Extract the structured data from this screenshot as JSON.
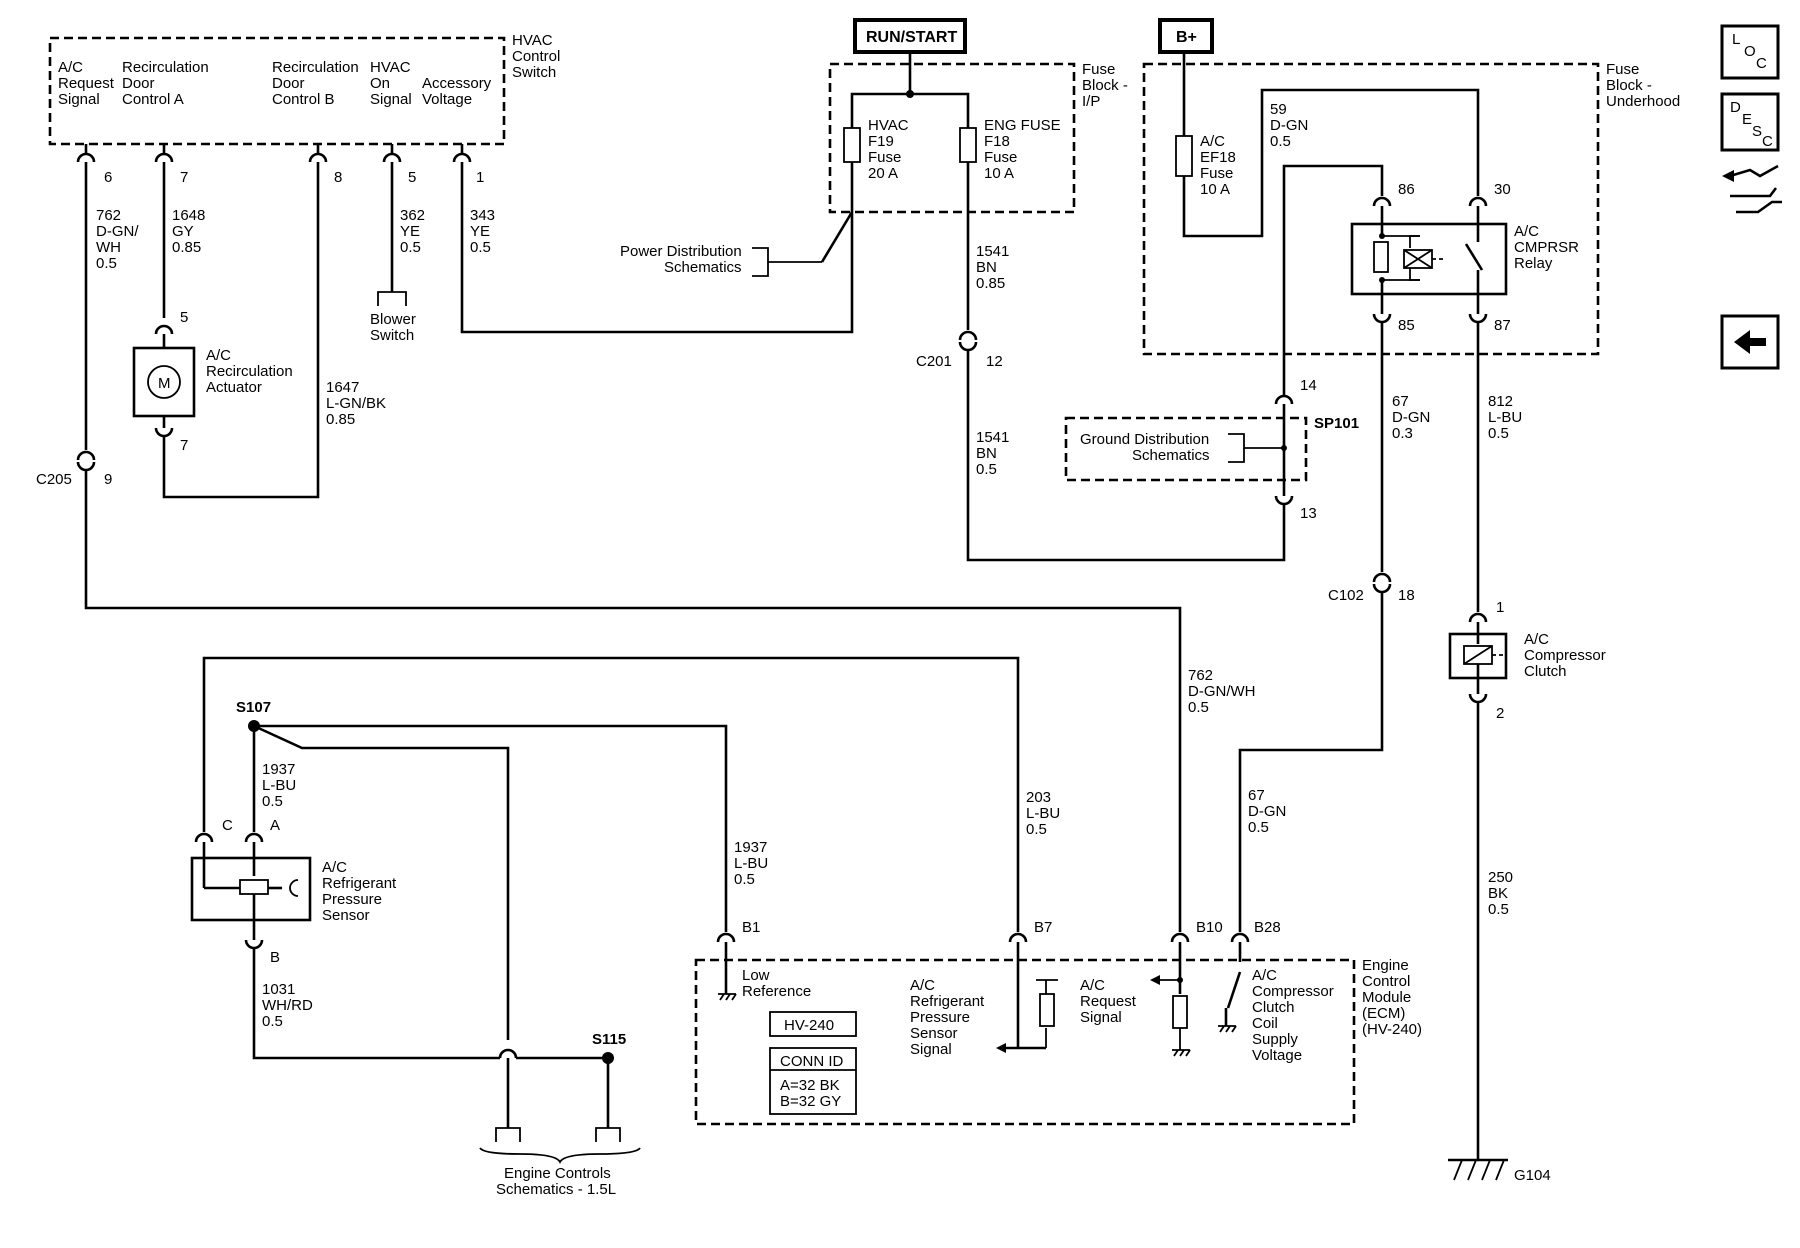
{
  "hvac": {
    "title": [
      "HVAC",
      "Control",
      "Switch"
    ],
    "pins": [
      {
        "label": [
          "A/C",
          "Request",
          "Signal"
        ],
        "pin": "6",
        "wire": [
          "762",
          "D-GN/",
          "WH",
          "0.5"
        ]
      },
      {
        "label": [
          "Recirculation",
          "Door",
          "Control A"
        ],
        "pin": "7",
        "wire": [
          "1648",
          "GY",
          "0.85"
        ]
      },
      {
        "label": [
          "Recirculation",
          "Door",
          "Control B"
        ],
        "pin": "8",
        "wire": [
          "1647",
          "L-GN/BK",
          "0.85"
        ]
      },
      {
        "label": [
          "HVAC",
          "On",
          "Signal"
        ],
        "pin": "5",
        "wire": [
          "362",
          "YE",
          "0.5"
        ]
      },
      {
        "label": [
          "Accessory",
          "Voltage"
        ],
        "pin": "1",
        "wire": [
          "343",
          "YE",
          "0.5"
        ]
      }
    ]
  },
  "actuator": {
    "label": [
      "A/C",
      "Recirculation",
      "Actuator"
    ],
    "motor": "M",
    "pin_top": "5",
    "pin_bottom": "7"
  },
  "blower": [
    "Blower",
    "Switch"
  ],
  "c205": {
    "name": "C205",
    "pin": "9"
  },
  "run_start": "RUN/START",
  "bplus": "B+",
  "fuse_ip": {
    "title": [
      "Fuse",
      "Block -",
      "I/P"
    ],
    "hvac_fuse": [
      "HVAC",
      "F19",
      "Fuse",
      "20 A"
    ],
    "eng_fuse": [
      "ENG FUSE",
      "F18",
      "Fuse",
      "10 A"
    ]
  },
  "power_dist": [
    "Power Distribution",
    "Schematics"
  ],
  "wire_1541_a": [
    "1541",
    "BN",
    "0.85"
  ],
  "c201": {
    "name": "C201",
    "pin": "12"
  },
  "wire_1541_b": [
    "1541",
    "BN",
    "0.5"
  ],
  "fuse_uh": {
    "title": [
      "Fuse",
      "Block -",
      "Underhood"
    ],
    "ac_fuse": [
      "A/C",
      "EF18",
      "Fuse",
      "10 A"
    ],
    "wire_59": [
      "59",
      "D-GN",
      "0.5"
    ],
    "relay": [
      "A/C",
      "CMPRSR",
      "Relay"
    ],
    "pin86": "86",
    "pin30": "30",
    "pin85": "85",
    "pin87": "87"
  },
  "sp101": {
    "name": "SP101",
    "pin_top": "14",
    "pin_bottom": "13"
  },
  "ground_dist": [
    "Ground Distribution",
    "Schematics"
  ],
  "wire_67_a": [
    "67",
    "D-GN",
    "0.3"
  ],
  "wire_812": [
    "812",
    "L-BU",
    "0.5"
  ],
  "c102": {
    "name": "C102",
    "pin": "18"
  },
  "clutch": {
    "label": [
      "A/C",
      "Compressor",
      "Clutch"
    ],
    "pin_top": "1",
    "pin_bottom": "2"
  },
  "wire_250": [
    "250",
    "BK",
    "0.5"
  ],
  "g104": "G104",
  "wire_762_b": [
    "762",
    "D-GN/WH",
    "0.5"
  ],
  "wire_67_b": [
    "67",
    "D-GN",
    "0.5"
  ],
  "s107": "S107",
  "s115": "S115",
  "sensor": {
    "label": [
      "A/C",
      "Refrigerant",
      "Pressure",
      "Sensor"
    ],
    "pin_c": "C",
    "pin_a": "A",
    "pin_b": "B"
  },
  "wire_1937_a": [
    "1937",
    "L-BU",
    "0.5"
  ],
  "wire_1031": [
    "1031",
    "WH/RD",
    "0.5"
  ],
  "wire_1937_b": [
    "1937",
    "L-BU",
    "0.5"
  ],
  "wire_203": [
    "203",
    "L-BU",
    "0.5"
  ],
  "engine_controls": [
    "Engine Controls",
    "Schematics - 1.5L"
  ],
  "ecm": {
    "title": [
      "Engine",
      "Control",
      "Module",
      "(ECM)",
      "(HV-240)"
    ],
    "b1": "B1",
    "b7": "B7",
    "b10": "B10",
    "b28": "B28",
    "low_ref": [
      "Low",
      "Reference"
    ],
    "sensor_signal": [
      "A/C",
      "Refrigerant",
      "Pressure",
      "Sensor",
      "Signal"
    ],
    "request_signal": [
      "A/C",
      "Request",
      "Signal"
    ],
    "clutch_supply": [
      "A/C",
      "Compressor",
      "Clutch",
      "Coil",
      "Supply",
      "Voltage"
    ],
    "hv_label": "HV-240",
    "conn_id": "CONN ID",
    "conn_a": "A=32 BK",
    "conn_b": "B=32 GY"
  },
  "nav": {
    "loc": [
      "L",
      "O",
      "C"
    ],
    "desc": [
      "D",
      "E",
      "S",
      "C"
    ],
    "icons": [
      "loc-icon",
      "desc-icon",
      "harness-icon",
      "back-arrow-icon"
    ]
  }
}
